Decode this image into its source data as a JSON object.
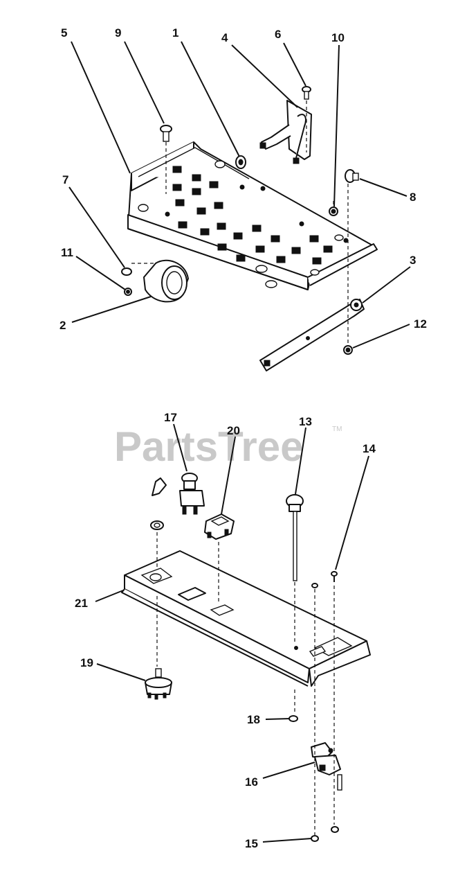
{
  "watermark": {
    "text": "PartsTree",
    "trademark": "TM"
  },
  "callouts": [
    "1",
    "2",
    "3",
    "4",
    "5",
    "6",
    "7",
    "8",
    "9",
    "10",
    "11",
    "12",
    "13",
    "14",
    "15",
    "16",
    "17",
    "18",
    "19",
    "20",
    "21"
  ]
}
